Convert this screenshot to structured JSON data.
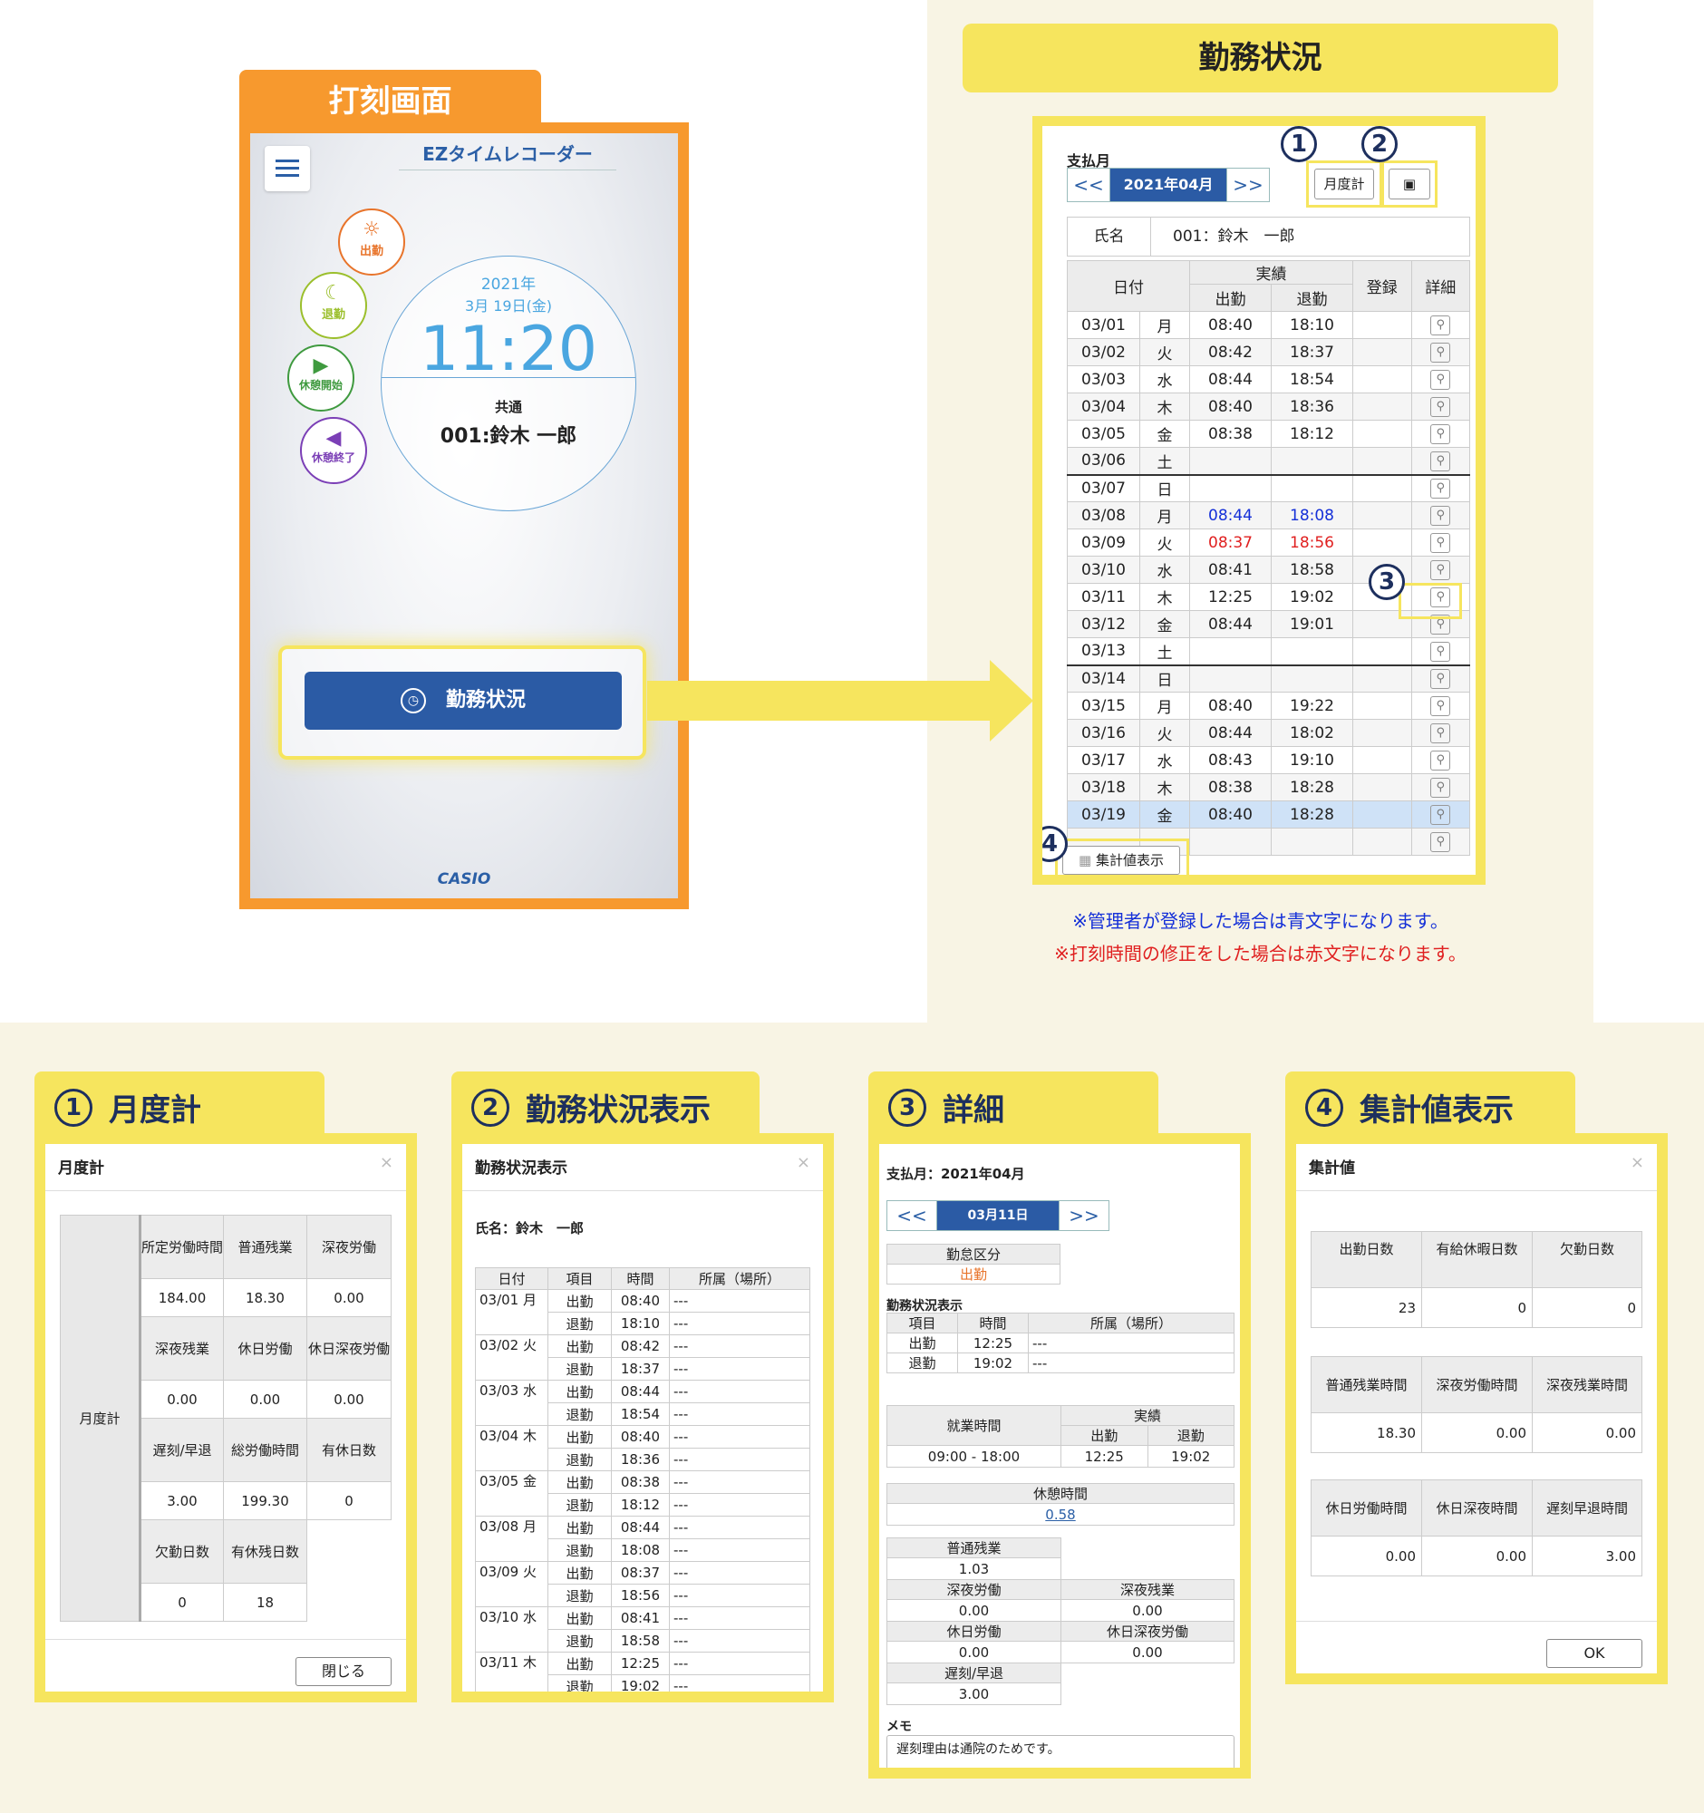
{
  "phone": {
    "tab": "打刻画面",
    "app_title": "EZタイムレコーダー",
    "punch_buttons": [
      {
        "label": "出勤",
        "icon": "sun-icon",
        "color": "#e8742b"
      },
      {
        "label": "退勤",
        "icon": "moon-icon",
        "color": "#9bbf2c"
      },
      {
        "label": "休憩開始",
        "icon": "break-start-icon",
        "color": "#3f9a3f"
      },
      {
        "label": "休憩終了",
        "icon": "break-end-icon",
        "color": "#7b3fb6"
      }
    ],
    "date_year": "2021年",
    "date_day": "3月 19日(金)",
    "time": "11:20",
    "group": "共通",
    "employee": "001:鈴木 一郎",
    "status_button": "勤務状況",
    "brand": "CASIO"
  },
  "work_status": {
    "header": "勤務状況",
    "pay_month_label": "支払月",
    "nav_prev": "<<",
    "nav_month": "2021年04月",
    "nav_next": ">>",
    "monthly_total_btn": "月度計",
    "name_label": "氏名",
    "name_value": "001：鈴木　一郎",
    "col_date": "日付",
    "col_actual": "実績",
    "col_in": "出勤",
    "col_out": "退勤",
    "col_reg": "登録",
    "col_detail": "詳細",
    "summary_btn": "集計値表示",
    "rows": [
      {
        "d": "03/01",
        "w": "月",
        "in": "08:40",
        "out": "18:10"
      },
      {
        "d": "03/02",
        "w": "火",
        "in": "08:42",
        "out": "18:37"
      },
      {
        "d": "03/03",
        "w": "水",
        "in": "08:44",
        "out": "18:54"
      },
      {
        "d": "03/04",
        "w": "木",
        "in": "08:40",
        "out": "18:36"
      },
      {
        "d": "03/05",
        "w": "金",
        "in": "08:38",
        "out": "18:12"
      },
      {
        "d": "03/06",
        "w": "土",
        "in": "",
        "out": "",
        "sat": true
      },
      {
        "d": "03/07",
        "w": "日",
        "in": "",
        "out": ""
      },
      {
        "d": "03/08",
        "w": "月",
        "in": "08:44",
        "out": "18:08",
        "cls": "blue"
      },
      {
        "d": "03/09",
        "w": "火",
        "in": "08:37",
        "out": "18:56",
        "cls": "red"
      },
      {
        "d": "03/10",
        "w": "水",
        "in": "08:41",
        "out": "18:58"
      },
      {
        "d": "03/11",
        "w": "木",
        "in": "12:25",
        "out": "19:02"
      },
      {
        "d": "03/12",
        "w": "金",
        "in": "08:44",
        "out": "19:01"
      },
      {
        "d": "03/13",
        "w": "土",
        "in": "",
        "out": "",
        "sat": true
      },
      {
        "d": "03/14",
        "w": "日",
        "in": "",
        "out": ""
      },
      {
        "d": "03/15",
        "w": "月",
        "in": "08:40",
        "out": "19:22"
      },
      {
        "d": "03/16",
        "w": "火",
        "in": "08:44",
        "out": "18:02"
      },
      {
        "d": "03/17",
        "w": "水",
        "in": "08:43",
        "out": "19:10"
      },
      {
        "d": "03/18",
        "w": "木",
        "in": "08:38",
        "out": "18:28"
      },
      {
        "d": "03/19",
        "w": "金",
        "in": "08:40",
        "out": "18:28",
        "sel": true
      },
      {
        "d": "",
        "w": "",
        "in": "",
        "out": ""
      }
    ],
    "note_blue": "※管理者が登録した場合は青文字になります。",
    "note_red": "※打刻時間の修正をした場合は赤文字になります。",
    "markers": [
      "1",
      "2",
      "3",
      "4"
    ]
  },
  "panel1": {
    "tab": "月度計",
    "num": "1",
    "title": "月度計",
    "close": "×",
    "row_label": "月度計",
    "h1": [
      "所定労働時間",
      "普通残業",
      "深夜労働"
    ],
    "v1": [
      "184.00",
      "18.30",
      "0.00"
    ],
    "h2": [
      "深夜残業",
      "休日労働",
      "休日深夜労働"
    ],
    "v2": [
      "0.00",
      "0.00",
      "0.00"
    ],
    "h3": [
      "遅刻/早退",
      "総労働時間",
      "有休日数"
    ],
    "v3": [
      "3.00",
      "199.30",
      "0"
    ],
    "h4": [
      "欠勤日数",
      "有休残日数"
    ],
    "v4": [
      "0",
      "18"
    ],
    "button": "閉じる"
  },
  "panel2": {
    "tab": "勤務状況表示",
    "num": "2",
    "title": "勤務状況表示",
    "close": "×",
    "name": "氏名：鈴木　一郎",
    "cols": [
      "日付",
      "項目",
      "時間",
      "所属（場所）"
    ],
    "rows": [
      {
        "d": "03/01",
        "w": "月",
        "in": "08:40",
        "out": "18:10"
      },
      {
        "d": "03/02",
        "w": "火",
        "in": "08:42",
        "out": "18:37"
      },
      {
        "d": "03/03",
        "w": "水",
        "in": "08:44",
        "out": "18:54"
      },
      {
        "d": "03/04",
        "w": "木",
        "in": "08:40",
        "out": "18:36"
      },
      {
        "d": "03/05",
        "w": "金",
        "in": "08:38",
        "out": "18:12"
      },
      {
        "d": "03/08",
        "w": "月",
        "in": "08:44",
        "out": "18:08"
      },
      {
        "d": "03/09",
        "w": "火",
        "in": "08:37",
        "out": "18:56"
      },
      {
        "d": "03/10",
        "w": "水",
        "in": "08:41",
        "out": "18:58"
      },
      {
        "d": "03/11",
        "w": "木",
        "in": "12:25",
        "out": "19:02"
      }
    ],
    "in_label": "出勤",
    "out_label": "退勤",
    "place": "---"
  },
  "panel3": {
    "tab": "詳細",
    "num": "3",
    "pay_month": "支払月：2021年04月",
    "nav_prev": "<<",
    "nav_day": "03月11日",
    "nav_next": ">>",
    "kind_label": "勤怠区分",
    "kind_value": "出勤",
    "status_label": "勤務状況表示",
    "cols": [
      "項目",
      "時間",
      "所属（場所）"
    ],
    "r1": [
      "出勤",
      "12:25",
      "---"
    ],
    "r2": [
      "退勤",
      "19:02",
      "---"
    ],
    "work_time_label": "就業時間",
    "work_time": "09:00 - 18:00",
    "actual": "実績",
    "in": "出勤",
    "out": "退勤",
    "in_v": "12:25",
    "out_v": "19:02",
    "break_label": "休憩時間",
    "break_v": "0.58",
    "ot_label": "普通残業",
    "ot_v": "1.03",
    "night_label": "深夜労働",
    "night_v": "0.00",
    "night_ot_label": "深夜残業",
    "night_ot_v": "0.00",
    "hol_label": "休日労働",
    "hol_v": "0.00",
    "hol_night_label": "休日深夜労働",
    "hol_night_v": "0.00",
    "late_label": "遅刻/早退",
    "late_v": "3.00",
    "memo_label": "メモ",
    "memo": "遅刻理由は通院のためです。"
  },
  "panel4": {
    "tab": "集計値表示",
    "num": "4",
    "title": "集計値",
    "close": "×",
    "h1": [
      "出勤日数",
      "有給休暇日数",
      "欠勤日数"
    ],
    "v1": [
      "23",
      "0",
      "0"
    ],
    "h2": [
      "普通残業時間",
      "深夜労働時間",
      "深夜残業時間"
    ],
    "v2": [
      "18.30",
      "0.00",
      "0.00"
    ],
    "h3": [
      "休日労働時間",
      "休日深夜時間",
      "遅刻早退時間"
    ],
    "v3": [
      "0.00",
      "0.00",
      "3.00"
    ],
    "button": "OK"
  }
}
